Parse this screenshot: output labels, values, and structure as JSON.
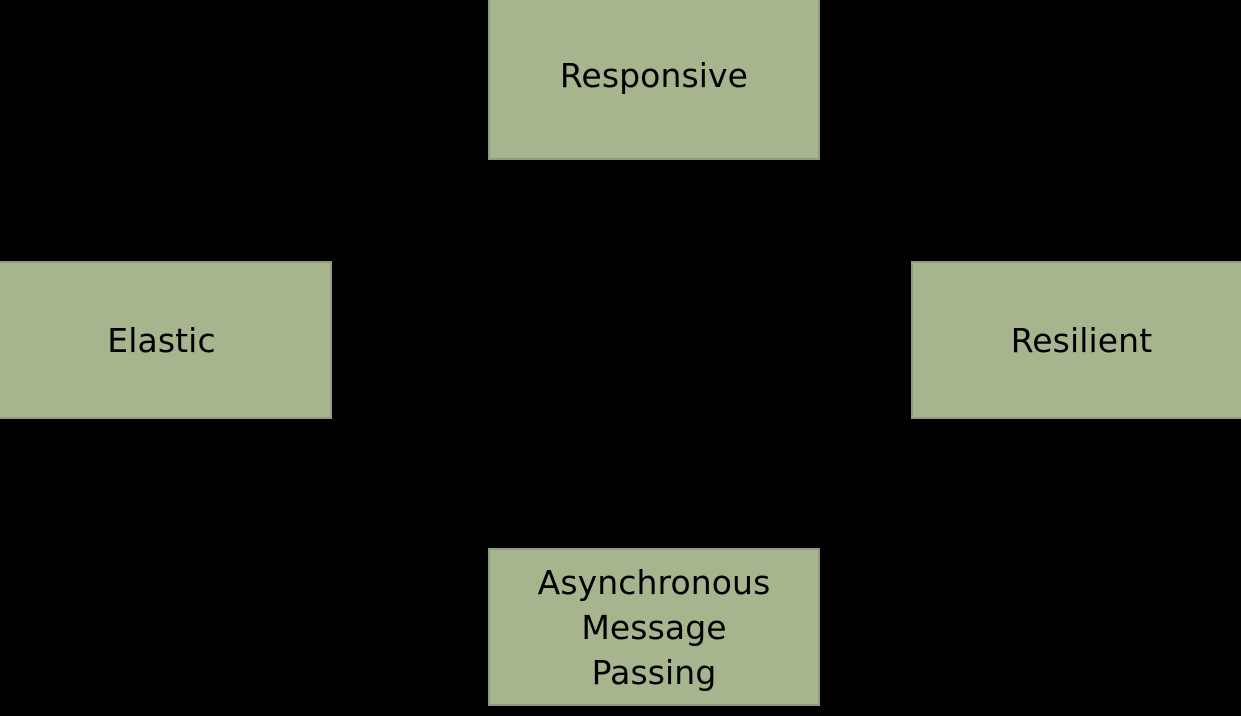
{
  "diagram": {
    "background_color": "#000000",
    "node_fill_color": "#a6b58e",
    "node_border_color": "#8f9c80",
    "node_text_color": "#000000",
    "connector_color": "#000000",
    "nodes": [
      {
        "id": "responsive",
        "label": "Responsive",
        "position": "top"
      },
      {
        "id": "elastic",
        "label": "Elastic",
        "position": "left"
      },
      {
        "id": "resilient",
        "label": "Resilient",
        "position": "right"
      },
      {
        "id": "async",
        "label": "Asynchronous\nMessage\nPassing",
        "position": "bottom"
      }
    ],
    "connectors": [
      {
        "from": "elastic",
        "to": "responsive"
      },
      {
        "from": "resilient",
        "to": "responsive"
      },
      {
        "from": "async",
        "to": "elastic"
      },
      {
        "from": "async",
        "to": "resilient"
      }
    ]
  }
}
